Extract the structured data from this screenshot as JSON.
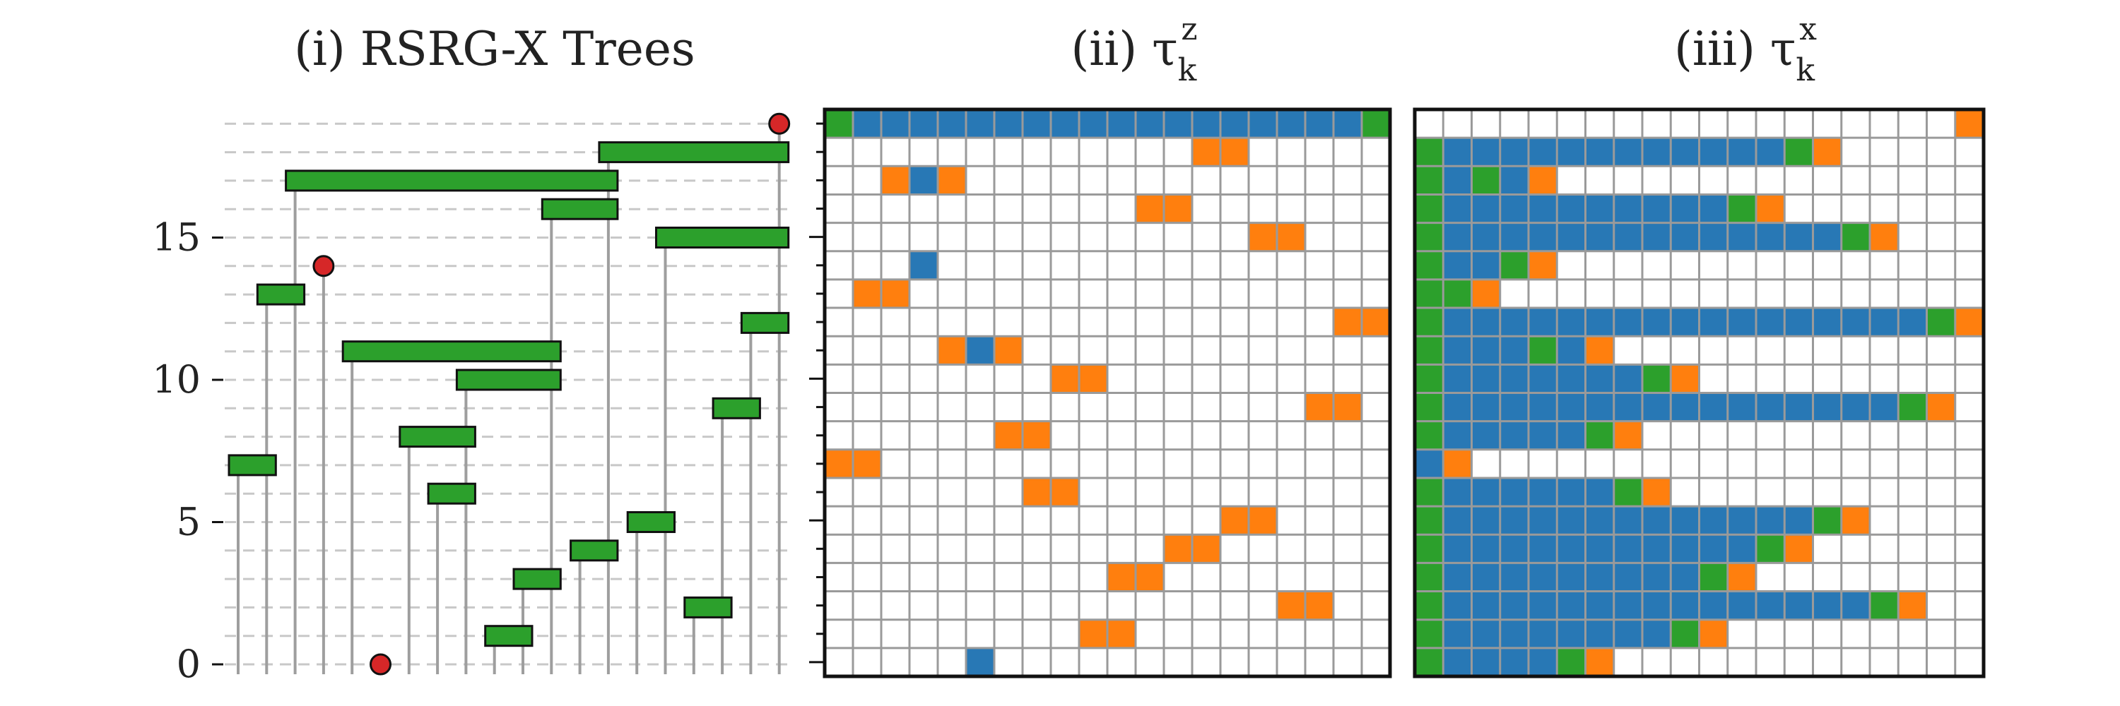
{
  "panels": {
    "trees": {
      "title": "(i) RSRG-X Trees",
      "y_ticks": [
        {
          "value": 0,
          "label": "0"
        },
        {
          "value": 5,
          "label": "5"
        },
        {
          "value": 10,
          "label": "10"
        },
        {
          "value": 15,
          "label": "15"
        }
      ],
      "columns": 20,
      "levels": 20,
      "red_dots": [
        {
          "x": 5,
          "y": 0
        },
        {
          "x": 3,
          "y": 14
        },
        {
          "x": 19,
          "y": 19
        }
      ],
      "green_bars": [
        {
          "y": 1,
          "x1": 9,
          "x2": 10
        },
        {
          "y": 2,
          "x1": 16,
          "x2": 17
        },
        {
          "y": 3,
          "x1": 10,
          "x2": 11
        },
        {
          "y": 4,
          "x1": 12,
          "x2": 13
        },
        {
          "y": 5,
          "x1": 14,
          "x2": 15
        },
        {
          "y": 6,
          "x1": 7,
          "x2": 8
        },
        {
          "y": 7,
          "x1": 0,
          "x2": 1
        },
        {
          "y": 8,
          "x1": 6,
          "x2": 8
        },
        {
          "y": 9,
          "x1": 17,
          "x2": 18
        },
        {
          "y": 10,
          "x1": 8,
          "x2": 11
        },
        {
          "y": 11,
          "x1": 4,
          "x2": 11
        },
        {
          "y": 12,
          "x1": 18,
          "x2": 19
        },
        {
          "y": 13,
          "x1": 1,
          "x2": 2
        },
        {
          "y": 15,
          "x1": 15,
          "x2": 19
        },
        {
          "y": 16,
          "x1": 11,
          "x2": 13
        },
        {
          "y": 17,
          "x1": 2,
          "x2": 13
        },
        {
          "y": 18,
          "x1": 13,
          "x2": 19
        }
      ]
    },
    "tau_z": {
      "title": "(ii) τ",
      "sub": "k",
      "sup": "z",
      "rows": 20,
      "cols": 20,
      "cells": [
        [
          0,
          1,
          "g"
        ],
        [
          1,
          1,
          "b"
        ],
        [
          2,
          1,
          "b"
        ],
        [
          3,
          1,
          "b"
        ],
        [
          4,
          1,
          "b"
        ],
        [
          5,
          1,
          "b"
        ],
        [
          6,
          1,
          "b"
        ],
        [
          7,
          1,
          "b"
        ],
        [
          8,
          1,
          "b"
        ],
        [
          9,
          1,
          "b"
        ],
        [
          10,
          1,
          "b"
        ],
        [
          11,
          1,
          "b"
        ],
        [
          12,
          1,
          "b"
        ],
        [
          13,
          1,
          "b"
        ],
        [
          14,
          1,
          "b"
        ],
        [
          15,
          1,
          "b"
        ],
        [
          16,
          1,
          "b"
        ],
        [
          17,
          1,
          "b"
        ],
        [
          18,
          1,
          "b"
        ],
        [
          19,
          1,
          "g"
        ],
        [
          13,
          2,
          "o"
        ],
        [
          14,
          2,
          "o"
        ],
        [
          2,
          3,
          "o"
        ],
        [
          3,
          3,
          "b"
        ],
        [
          4,
          3,
          "o"
        ],
        [
          11,
          4,
          "o"
        ],
        [
          12,
          4,
          "o"
        ],
        [
          15,
          5,
          "o"
        ],
        [
          16,
          5,
          "o"
        ],
        [
          3,
          6,
          "b"
        ],
        [
          1,
          7,
          "o"
        ],
        [
          2,
          7,
          "o"
        ],
        [
          18,
          8,
          "o"
        ],
        [
          19,
          8,
          "o"
        ],
        [
          4,
          9,
          "o"
        ],
        [
          5,
          9,
          "b"
        ],
        [
          6,
          9,
          "o"
        ],
        [
          8,
          10,
          "o"
        ],
        [
          9,
          10,
          "o"
        ],
        [
          17,
          11,
          "o"
        ],
        [
          18,
          11,
          "o"
        ],
        [
          6,
          12,
          "o"
        ],
        [
          7,
          12,
          "o"
        ],
        [
          0,
          13,
          "o"
        ],
        [
          1,
          13,
          "o"
        ],
        [
          7,
          14,
          "o"
        ],
        [
          8,
          14,
          "o"
        ],
        [
          14,
          15,
          "o"
        ],
        [
          15,
          15,
          "o"
        ],
        [
          12,
          16,
          "o"
        ],
        [
          13,
          16,
          "o"
        ],
        [
          10,
          17,
          "o"
        ],
        [
          11,
          17,
          "o"
        ],
        [
          16,
          18,
          "o"
        ],
        [
          17,
          18,
          "o"
        ],
        [
          9,
          19,
          "o"
        ],
        [
          10,
          19,
          "o"
        ],
        [
          5,
          20,
          "b"
        ]
      ]
    },
    "tau_x": {
      "title": "(iii) τ",
      "sub": "k",
      "sup": "x",
      "rows": 20,
      "cols": 20,
      "runs": [
        {
          "row": 1,
          "blue_to": -1,
          "green": -1,
          "orange": 19
        },
        {
          "row": 2,
          "blue_to": 12,
          "green": 13,
          "orange": 14
        },
        {
          "row": 3,
          "blue_to": 3,
          "green": 2,
          "orange": 4
        },
        {
          "row": 4,
          "blue_to": 10,
          "green": 11,
          "orange": 12
        },
        {
          "row": 5,
          "blue_to": 14,
          "green": 15,
          "orange": 16
        },
        {
          "row": 6,
          "blue_to": 2,
          "green": 3,
          "orange": 4
        },
        {
          "row": 7,
          "blue_to": 0,
          "green": 1,
          "orange": 2
        },
        {
          "row": 8,
          "blue_to": 17,
          "green": 18,
          "orange": 19
        },
        {
          "row": 9,
          "blue_to": 5,
          "green": 4,
          "orange": 6
        },
        {
          "row": 10,
          "blue_to": 7,
          "green": 8,
          "orange": 9
        },
        {
          "row": 11,
          "blue_to": 16,
          "green": 17,
          "orange": 18
        },
        {
          "row": 12,
          "blue_to": 5,
          "green": 6,
          "orange": 7
        },
        {
          "row": 13,
          "blue_to": -1,
          "green": -1,
          "orange": 1,
          "first_blue": true
        },
        {
          "row": 14,
          "blue_to": 6,
          "green": 7,
          "orange": 8
        },
        {
          "row": 15,
          "blue_to": 13,
          "green": 14,
          "orange": 15
        },
        {
          "row": 16,
          "blue_to": 11,
          "green": 12,
          "orange": 13
        },
        {
          "row": 17,
          "blue_to": 9,
          "green": 10,
          "orange": 11
        },
        {
          "row": 18,
          "blue_to": 15,
          "green": 16,
          "orange": 17
        },
        {
          "row": 19,
          "blue_to": 8,
          "green": 9,
          "orange": 10
        },
        {
          "row": 20,
          "blue_to": 4,
          "green": 5,
          "orange": 6
        }
      ]
    }
  },
  "colors": {
    "blue": "#2878b5",
    "green": "#2ca02c",
    "orange": "#ff7f0e",
    "red": "#d62728",
    "grid": "#9a9a9a",
    "stem": "#9e9e9e",
    "dash": "#c8c8c8",
    "frame": "#111111"
  }
}
